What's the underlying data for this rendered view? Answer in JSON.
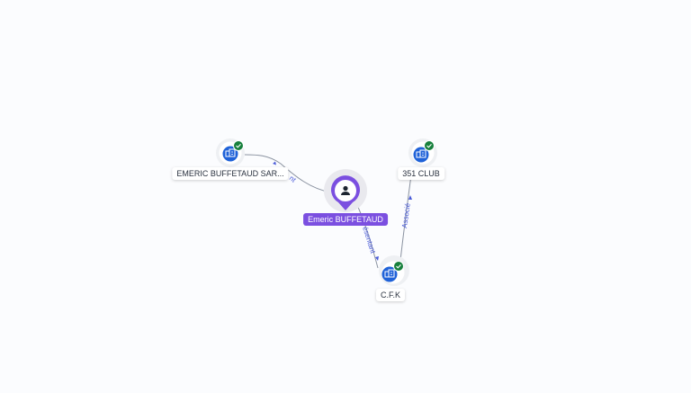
{
  "colors": {
    "background": "#fbfcfe",
    "person_accent": "#7b4fe0",
    "company_icon": "#1f62d8",
    "verified_badge": "#17803d",
    "edge": "#8a92a0",
    "edge_label": "#4a5bd8"
  },
  "graph": {
    "nodes": [
      {
        "id": "person",
        "label": "Emeric BUFFETAUD",
        "type": "person",
        "icon": "user-icon"
      },
      {
        "id": "sarl",
        "label": "EMERIC BUFFETAUD SAR...",
        "type": "company",
        "icon": "company-building-icon",
        "verified": true
      },
      {
        "id": "club",
        "label": "351 CLUB",
        "type": "company",
        "icon": "company-building-icon",
        "verified": true
      },
      {
        "id": "cfk",
        "label": "C.F.K",
        "type": "company",
        "icon": "company-building-icon",
        "verified": true
      }
    ],
    "edges": [
      {
        "from": "person",
        "to": "sarl",
        "label": "nt"
      },
      {
        "from": "person",
        "to": "cfk",
        "label": "ésentant"
      },
      {
        "from": "cfk",
        "to": "club",
        "label": "Associé"
      }
    ]
  }
}
